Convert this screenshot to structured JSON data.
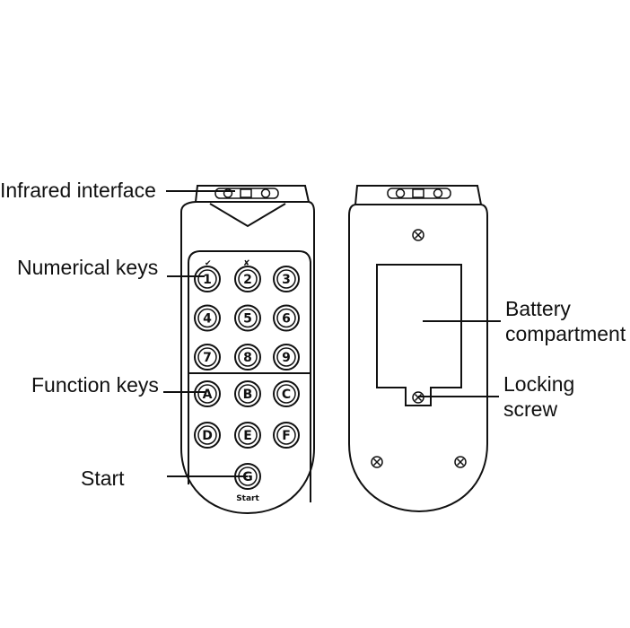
{
  "labels": {
    "infrared": "Infrared interface",
    "numerical": "Numerical keys",
    "function": "Function keys",
    "start": "Start",
    "battery_line1": "Battery",
    "battery_line2": "compartment",
    "locking_line1": "Locking",
    "locking_line2": "screw"
  },
  "front": {
    "check_mark": "✔",
    "cross_mark": "✘",
    "numeric_keys": [
      "1",
      "2",
      "3",
      "4",
      "5",
      "6",
      "7",
      "8",
      "9"
    ],
    "function_keys": [
      "A",
      "B",
      "C",
      "D",
      "E",
      "F"
    ],
    "start_key": "G",
    "start_text": "Start"
  },
  "colors": {
    "line": "#111111",
    "background": "#ffffff"
  }
}
